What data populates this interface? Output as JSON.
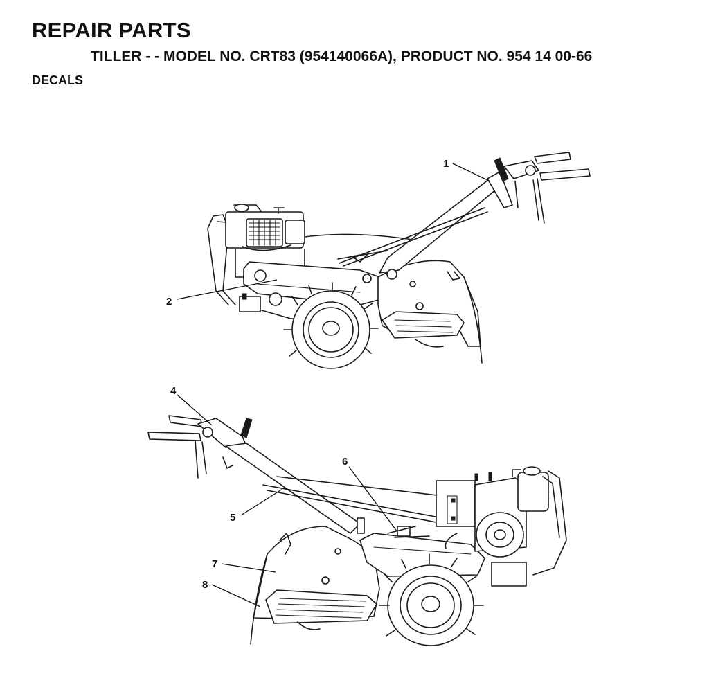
{
  "header": {
    "title": "REPAIR PARTS",
    "subtitle": "TILLER - - MODEL NO. CRT83 (954140066A), PRODUCT NO. 954 14 00-66",
    "section": "DECALS"
  },
  "callouts": [
    {
      "number": "1"
    },
    {
      "number": "2"
    },
    {
      "number": "4"
    },
    {
      "number": "5"
    },
    {
      "number": "6"
    },
    {
      "number": "7"
    },
    {
      "number": "8"
    }
  ]
}
